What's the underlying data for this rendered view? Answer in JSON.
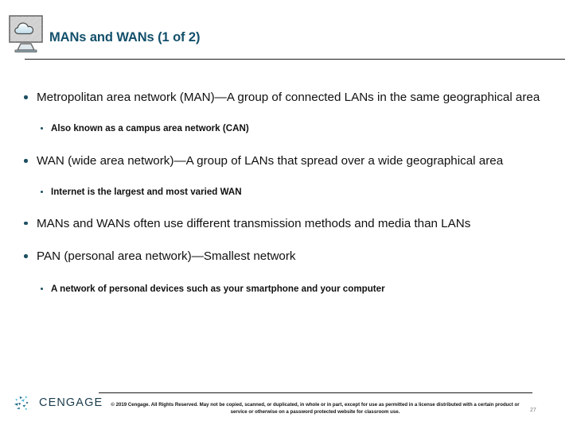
{
  "slide": {
    "title": "MANs and WANs (1 of 2)",
    "title_color": "#13506b",
    "bullet_color": "#1d4f63",
    "icon_name": "monitor-cloud-icon",
    "bullets": [
      {
        "level": 1,
        "text": "Metropolitan area network (MAN)—A group of connected LANs in the same geographical area"
      },
      {
        "level": 2,
        "text": "Also known as a campus area network (CAN)"
      },
      {
        "level": 1,
        "text": "WAN (wide area network)—A group of LANs that spread over a wide geographical area"
      },
      {
        "level": 2,
        "text": "Internet is the largest and most varied WAN"
      },
      {
        "level": 1,
        "text": "MANs and WANs often use different transmission methods and media than LANs"
      },
      {
        "level": 1,
        "text": "PAN (personal area network)—Smallest network"
      },
      {
        "level": 2,
        "text": "A network of personal devices such as your smartphone and your computer"
      }
    ]
  },
  "footer": {
    "logo_text": "CENGAGE",
    "logo_color": "#1b3c4d",
    "copyright": "© 2019 Cengage. All Rights Reserved. May not be copied, scanned, or duplicated, in whole or in part, except for use as permitted in a license distributed with a certain product or service or otherwise on a password protected website for classroom use.",
    "page_number": "27"
  }
}
